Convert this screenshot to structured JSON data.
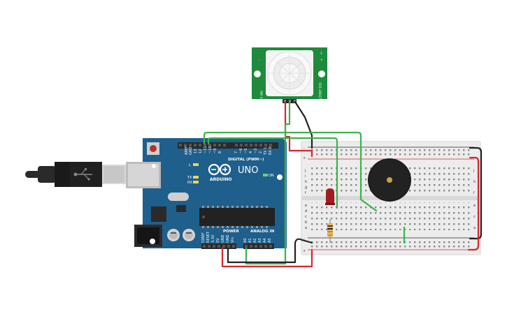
{
  "arduino": {
    "brand": "ARDUINO",
    "model": "UNO",
    "digital_label": "DIGITAL (PWM~)",
    "power_label": "POWER",
    "analog_label": "ANALOG IN",
    "on_label": "ON",
    "aref_label": "AREF",
    "gnd_label": "GND",
    "l_label": "L",
    "tx_label": "TX",
    "rx_label": "RX",
    "ioref_label": "IOREF",
    "reset_label": "RESET",
    "v33_label": "3.3V",
    "v5_label": "5V",
    "vin_label": "Vin",
    "digital_pins": [
      "13",
      "12",
      "~11",
      "~10",
      "~9",
      "8",
      "7",
      "~6",
      "~5",
      "4",
      "~3",
      "2",
      "TX 1",
      "RX 0"
    ],
    "analog_pins": [
      "A0",
      "A1",
      "A2",
      "A3",
      "A4",
      "A5"
    ]
  },
  "pir": {
    "left_text": "PIR SENSOR",
    "right_text": "555-28027",
    "marks": [
      "1",
      "+",
      "-"
    ]
  },
  "breadboard": {
    "row_letters_top": [
      "j",
      "i",
      "h",
      "g",
      "f"
    ],
    "row_letters_bottom": [
      "e",
      "d",
      "c",
      "b",
      "a"
    ],
    "plus_sign": "+",
    "minus_sign": "-"
  },
  "colors": {
    "arduino_blue": "#1e5f8c",
    "pcb_green": "#1e8a3c",
    "wire_red": "#d8262c",
    "wire_black": "#222222",
    "wire_green": "#3ab34a",
    "breadboard": "#e6e6e6"
  }
}
